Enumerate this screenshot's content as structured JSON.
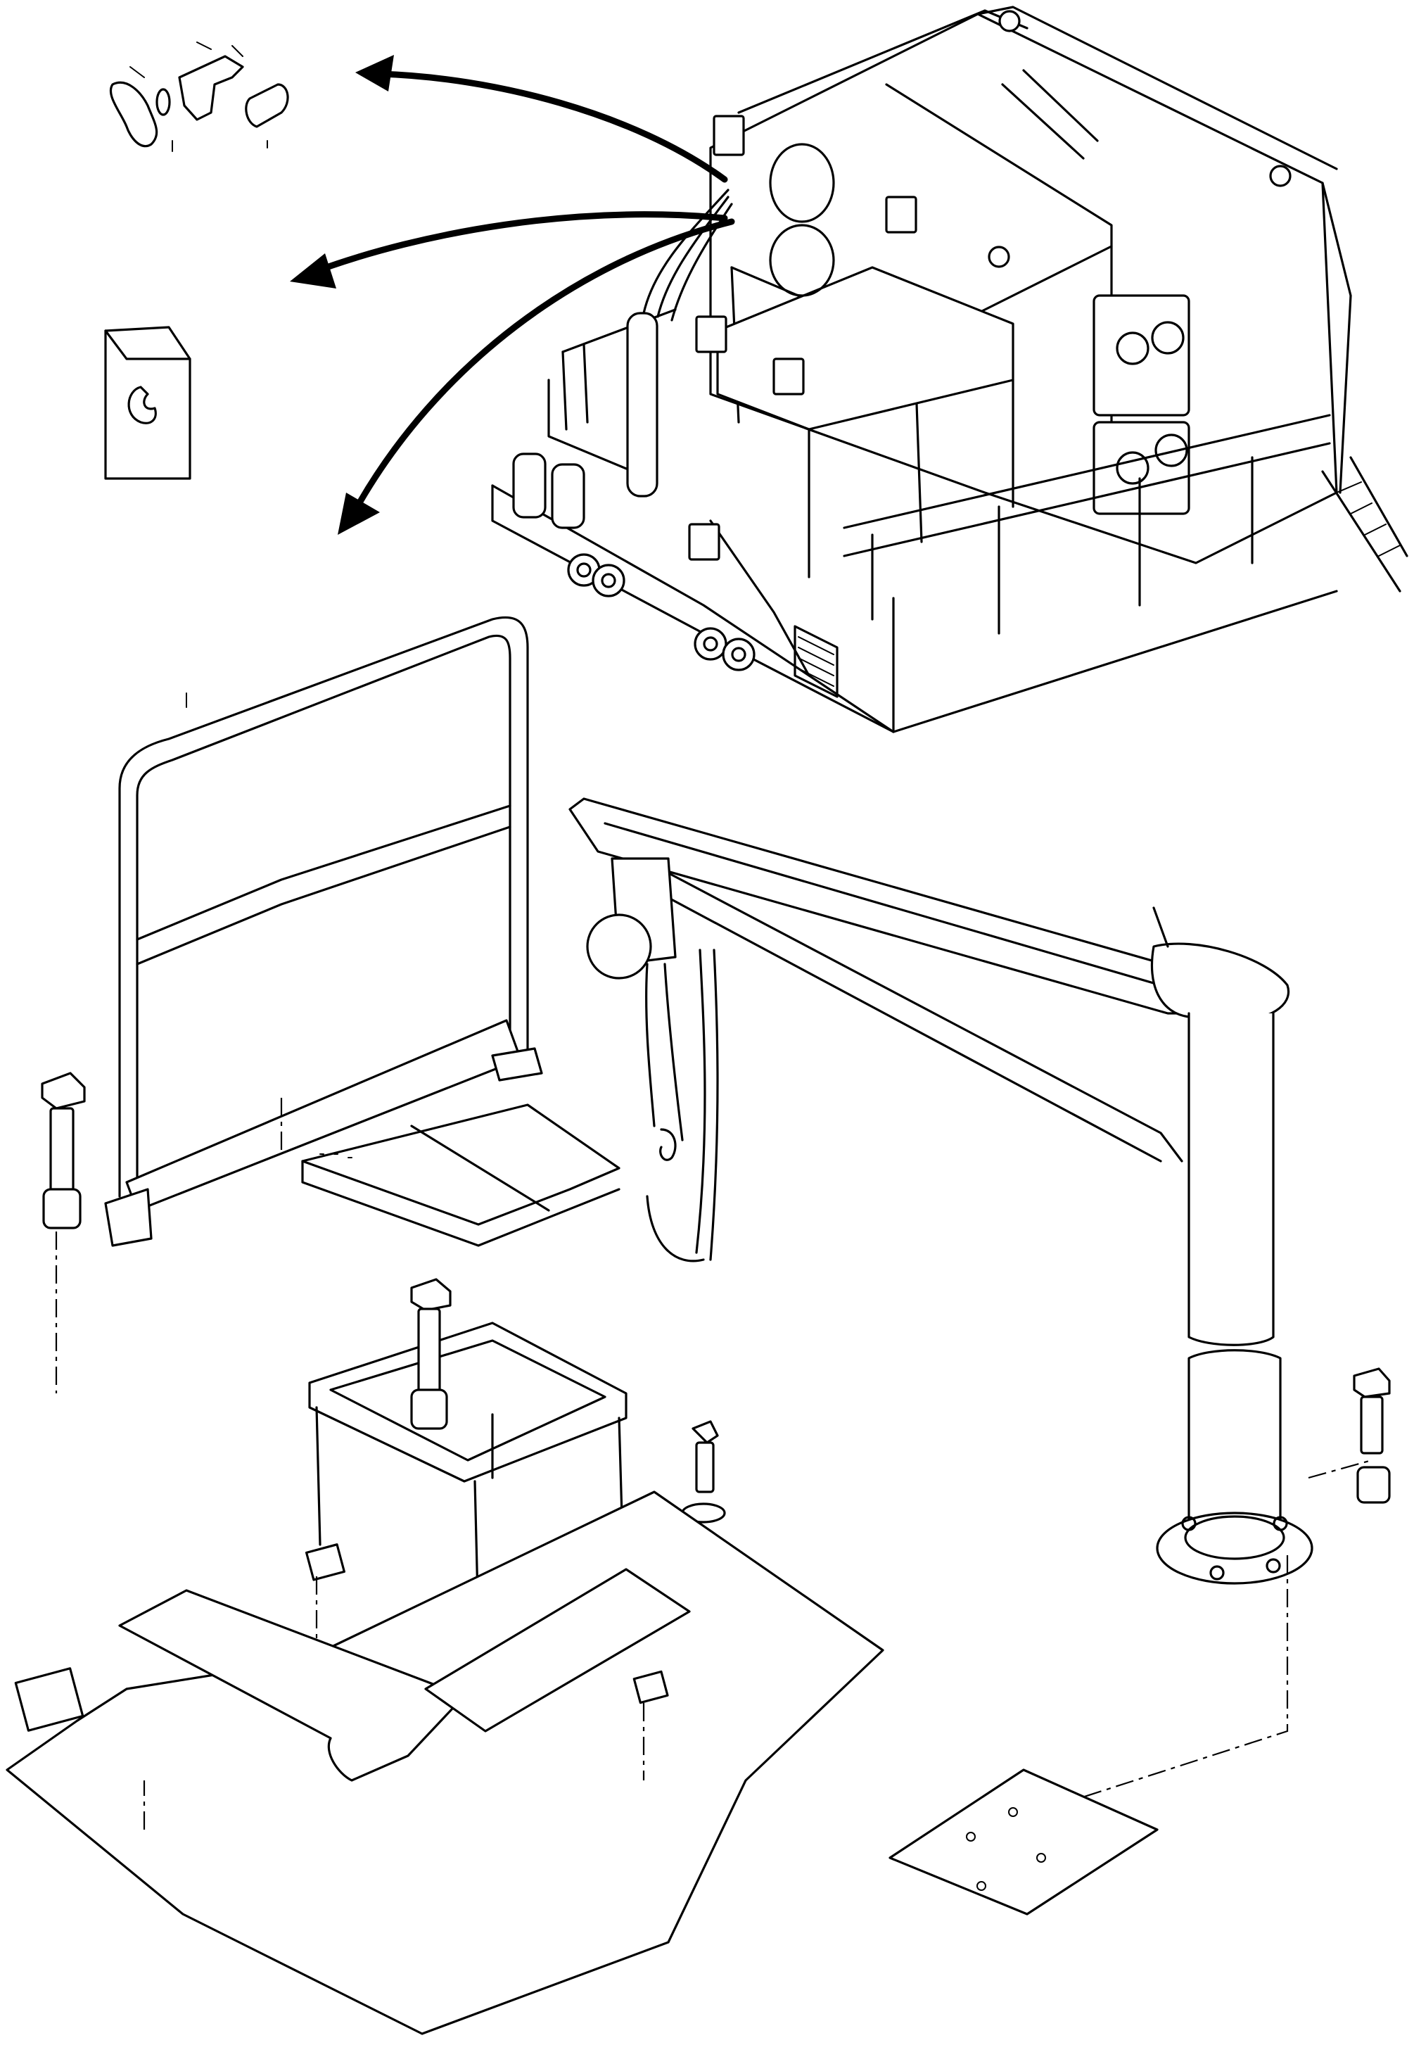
{
  "figure": {
    "kind": "exploded parts illustration",
    "callout_numbers_visible": false,
    "text_labels_visible": false
  },
  "parts": [
    {
      "name": "machine-body"
    },
    {
      "name": "handrail-gate"
    },
    {
      "name": "jib-crane"
    },
    {
      "name": "chain-hoist"
    },
    {
      "name": "step-platform"
    },
    {
      "name": "walkway-plates"
    },
    {
      "name": "mounting-bolts"
    },
    {
      "name": "floor-plates"
    },
    {
      "name": "lock-latch-detail"
    },
    {
      "name": "latch-block-detail"
    }
  ],
  "colors": {
    "line": "#000000",
    "background": "#ffffff"
  }
}
